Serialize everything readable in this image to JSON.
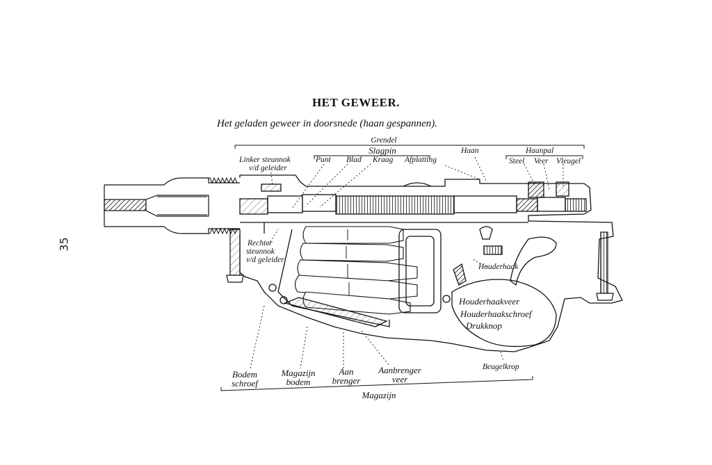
{
  "page_number": "35",
  "title": "HET GEWEER.",
  "subtitle": "Het geladen geweer in doorsnede (haan gespannen).",
  "labels": {
    "grendel": "Grendel",
    "slagpin": "Slagpin",
    "haan": "Haan",
    "haanpal": "Haanpal",
    "linker_steunnok_1": "Linker steunnok",
    "linker_steunnok_2": "v/d geleider",
    "punt": "Punt",
    "blad": "Blad",
    "kraag": "Kraag",
    "afplatting": "Afplatting",
    "steel": "Steel",
    "veer": "Veer",
    "vleugel": "Vleugel",
    "rechter_steunnok_1": "Rechter",
    "rechter_steunnok_2": "steunnok",
    "rechter_steunnok_3": "v/d geleider",
    "houderhaak": "Houderhaak",
    "houderhaakveer": "Houderhaakveer",
    "houderhaakschroef": "Houderhaakschroef",
    "drukknop": "Drukknop",
    "beugelkrop": "Beugelkrop",
    "bodemschroef_1": "Bodem",
    "bodemschroef_2": "schroef",
    "magazijnbodem_1": "Magazijn",
    "magazijnbodem_2": "bodem",
    "aanbrenger_1": "Aan",
    "aanbrenger_2": "brenger",
    "aanbrengerveer_1": "Aanbrenger",
    "aanbrengerveer_2": "veer",
    "magazijn": "Magazijn"
  }
}
